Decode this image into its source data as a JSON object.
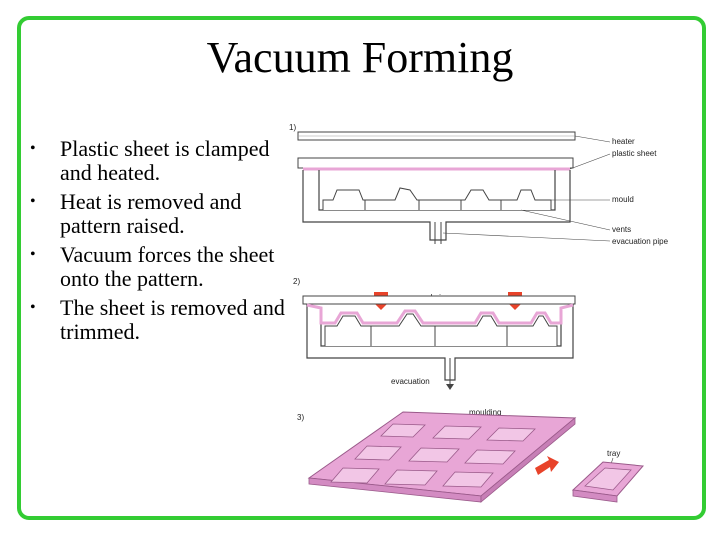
{
  "slide": {
    "title": "Vacuum Forming",
    "bullets": [
      "Plastic sheet is clamped and heated.",
      "Heat is removed and pattern raised.",
      "Vacuum forces the sheet onto the pattern.",
      "The sheet is removed and trimmed."
    ]
  },
  "diagram": {
    "step1": {
      "number": "1)",
      "labels": {
        "heater": "heater",
        "plastic_sheet": "plastic sheet",
        "mould": "mould",
        "vents": "vents",
        "evacuation_pipe": "evacuation pipe"
      }
    },
    "step2": {
      "number": "2)",
      "labels": {
        "normal_air_pressure": "normal air pressure",
        "evacuation": "evacuation"
      }
    },
    "step3": {
      "number": "3)",
      "labels": {
        "moulding": "moulding",
        "tray": "tray"
      }
    },
    "colors": {
      "frame": "#33cc33",
      "sheet": "#e8a6d6",
      "arrow": "#e8432a",
      "line": "#444444"
    }
  }
}
